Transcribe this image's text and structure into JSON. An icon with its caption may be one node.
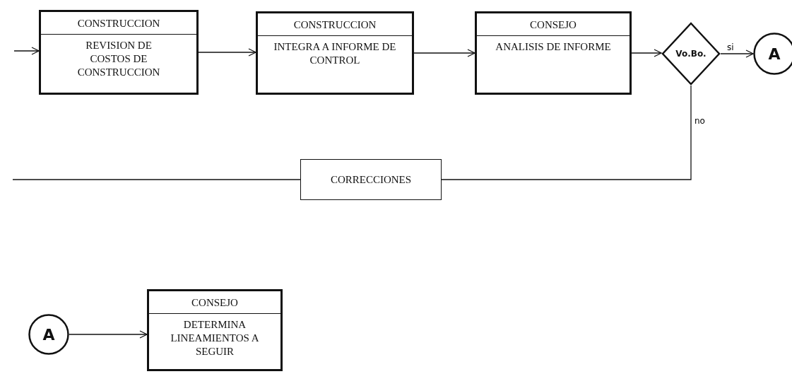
{
  "diagram": {
    "nodes": [
      {
        "text": [
          "CONSTRUCCION",
          "REVISION DE COSTOS DE CONSTRUCCION"
        ]
      },
      {
        "text": [
          "CONSTRUCCION",
          "INTEGRA A INFORME DE CONTROL"
        ]
      },
      {
        "text": [
          "CONSEJO",
          "ANALISIS DE INFORME"
        ]
      },
      {
        "text": [
          "Vo.Bo."
        ]
      },
      {
        "text": [
          "A"
        ]
      },
      {
        "text": [
          "CORRECCIONES"
        ]
      },
      {
        "text": [
          "A"
        ]
      },
      {
        "text": [
          "CONSEJO",
          "DETERMINA LINEAMIENTOS A SEGUIR"
        ]
      }
    ],
    "edges": [
      {
        "from": null,
        "to": 0,
        "arrow": "to"
      },
      {
        "from": 0,
        "to": 1,
        "arrow": "to"
      },
      {
        "from": 1,
        "to": 2,
        "arrow": "to"
      },
      {
        "from": 2,
        "to": 3,
        "arrow": "to"
      },
      {
        "from": 3,
        "to": 4,
        "arrow": "to",
        "label": "si"
      },
      {
        "from": 3,
        "to": 5,
        "arrow": "none",
        "label": "no"
      },
      {
        "from": 5,
        "to": null,
        "arrow": "none"
      },
      {
        "from": 6,
        "to": 7,
        "arrow": "to"
      }
    ]
  }
}
